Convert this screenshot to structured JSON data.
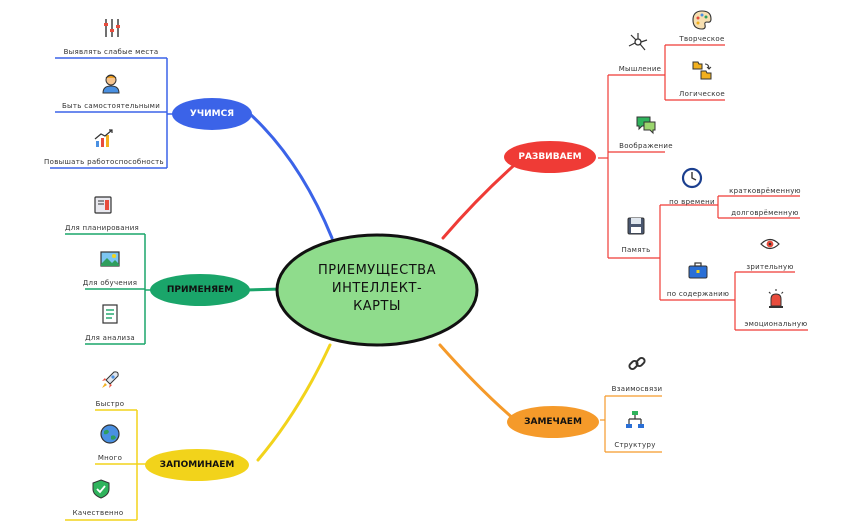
{
  "center": {
    "lines": [
      "ПРИЕМУЩЕСТВА",
      "ИНТЕЛЛЕКТ-",
      "КАРТЫ"
    ]
  },
  "branches": {
    "learn": {
      "label": "УЧИМСЯ",
      "color": "#3b63e8",
      "items": [
        "Выявлять слабые места",
        "Быть самостоятельными",
        "Повышать работоспособность"
      ]
    },
    "apply": {
      "label": "ПРИМЕНЯЕМ",
      "color": "#1aa56a",
      "items": [
        "Для планирования",
        "Для обучения",
        "Для анализа"
      ]
    },
    "remember": {
      "label": "ЗАПОМИНАЕМ",
      "color": "#f2d31b",
      "items": [
        "Быстро",
        "Много",
        "Качественно"
      ]
    },
    "develop": {
      "label": "РАЗВИВАЕМ",
      "color": "#ef3b36",
      "thinking": {
        "label": "Мышление",
        "items": [
          "Творческое",
          "Логическое"
        ]
      },
      "imagination": "Воображение",
      "memory": {
        "label": "Память",
        "by_time": {
          "label": "по времени",
          "items": [
            "кратковрёменную",
            "долговрёменную"
          ]
        },
        "by_content": {
          "label": "по содержанию",
          "items": [
            "зрительную",
            "эмоциональную"
          ]
        }
      }
    },
    "notice": {
      "label": "ЗАМЕЧАЕМ",
      "color": "#f59a2a",
      "items": [
        "Взаимосвязи",
        "Структуру"
      ]
    }
  },
  "icons": [
    "sliders-icon",
    "person-icon",
    "growth-chart-icon",
    "book-icon",
    "picture-icon",
    "checklist-icon",
    "rocket-icon",
    "globe-icon",
    "shield-check-icon",
    "network-icon",
    "palette-icon",
    "folders-icon",
    "chat-icon",
    "clock-icon",
    "floppy-disk-icon",
    "briefcase-icon",
    "eye-icon",
    "alarm-icon",
    "chain-link-icon",
    "flowchart-icon"
  ]
}
